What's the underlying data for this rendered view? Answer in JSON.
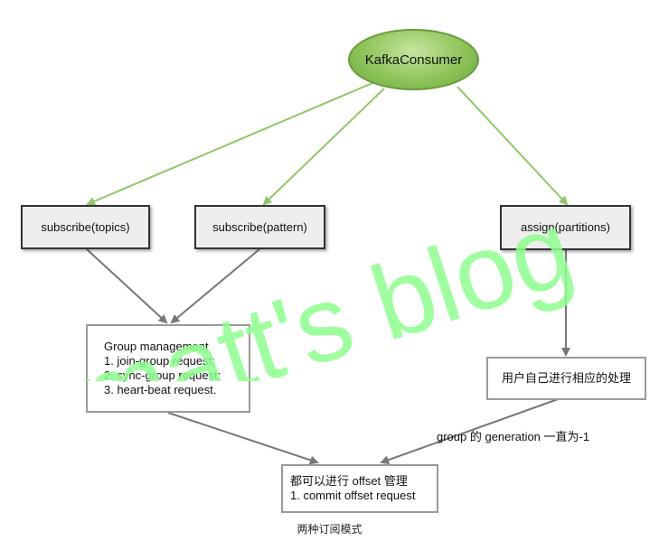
{
  "nodes": {
    "root": "KafkaConsumer",
    "subscribe_topics": "subscribe(topics)",
    "subscribe_pattern": "subscribe(pattern)",
    "assign_partitions": "assign(partitions)",
    "group_management": {
      "title": "Group management",
      "lines": [
        "1. join-group request;",
        "2. sync-group request;",
        "3. heart-beat request."
      ]
    },
    "user_handling": "用户自己进行相应的处理",
    "offset_management": {
      "title": "都可以进行 offset 管理",
      "line": "1. commit offset request"
    }
  },
  "edge_labels": {
    "generation": "group 的 generation 一直为-1"
  },
  "caption": "两种订阅模式",
  "watermark": "matt's blog",
  "colors": {
    "green_arrow": "#8ec866",
    "grey_arrow": "#777777",
    "watermark": "#8cff8c"
  }
}
